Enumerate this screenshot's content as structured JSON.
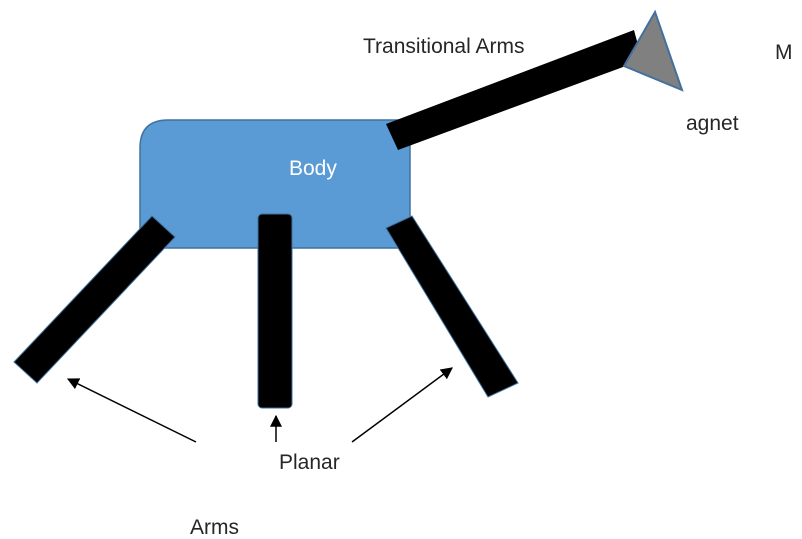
{
  "labels": {
    "body": "Body",
    "transitional_arms": "Transitional Arms",
    "magnet_m": "M",
    "magnet_rest": "agnet",
    "planar": "Planar",
    "arms": "Arms"
  },
  "colors": {
    "body_fill": "#5b9bd5",
    "body_stroke": "#41719c",
    "arm_fill": "#000000",
    "magnet_fill": "#808080",
    "magnet_stroke": "#41719c",
    "arrow": "#000000",
    "background": "#ffffff"
  }
}
